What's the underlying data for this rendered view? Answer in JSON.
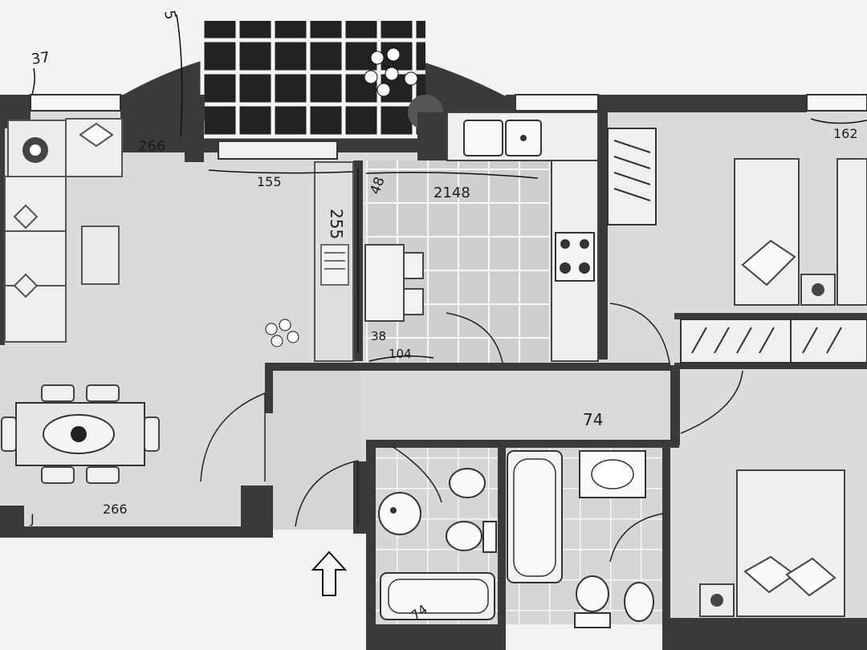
{
  "colors": {
    "paper": "#f3f3f3",
    "floor": "#d9d9d9",
    "floor_dark": "#c9c9c9",
    "wall": "#3a3a3a",
    "tile_dark": "#222222",
    "grout": "#f5f5f5",
    "furniture": "#efefef",
    "ink": "#1c1c1c"
  },
  "annotations": [
    {
      "id": "a1",
      "text": "37"
    },
    {
      "id": "a2",
      "text": "5"
    },
    {
      "id": "a3",
      "text": "266"
    },
    {
      "id": "a4",
      "text": "155"
    },
    {
      "id": "a5",
      "text": "2148"
    },
    {
      "id": "a6",
      "text": "48"
    },
    {
      "id": "a7",
      "text": "255"
    },
    {
      "id": "a8",
      "text": "38"
    },
    {
      "id": "a9",
      "text": "104"
    },
    {
      "id": "a10",
      "text": "162"
    },
    {
      "id": "a11",
      "text": "74"
    },
    {
      "id": "a12",
      "text": "266"
    },
    {
      "id": "a13",
      "text": "J"
    },
    {
      "id": "a14",
      "text": "74"
    }
  ]
}
